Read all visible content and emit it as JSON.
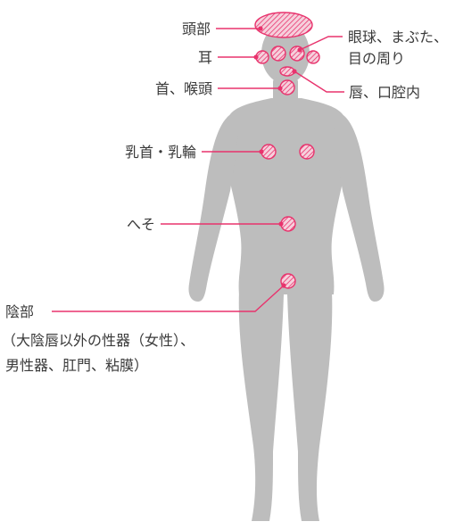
{
  "colors": {
    "body": "#bdbdbd",
    "accent": "#e8336d",
    "text": "#3a3a3a",
    "background": "#ffffff"
  },
  "labels": {
    "head": "頭部",
    "ear": "耳",
    "eye_line1": "眼球、まぶた、",
    "eye_line2": "目の周り",
    "neck": "首、喉頭",
    "lips": "唇、口腔内",
    "nipple": "乳首・乳輪",
    "navel": "へそ",
    "genital_line1": "陰部",
    "genital_line2": "（大陰唇以外の性器（女性）、",
    "genital_line3": "男性器、肛門、粘膜）"
  }
}
